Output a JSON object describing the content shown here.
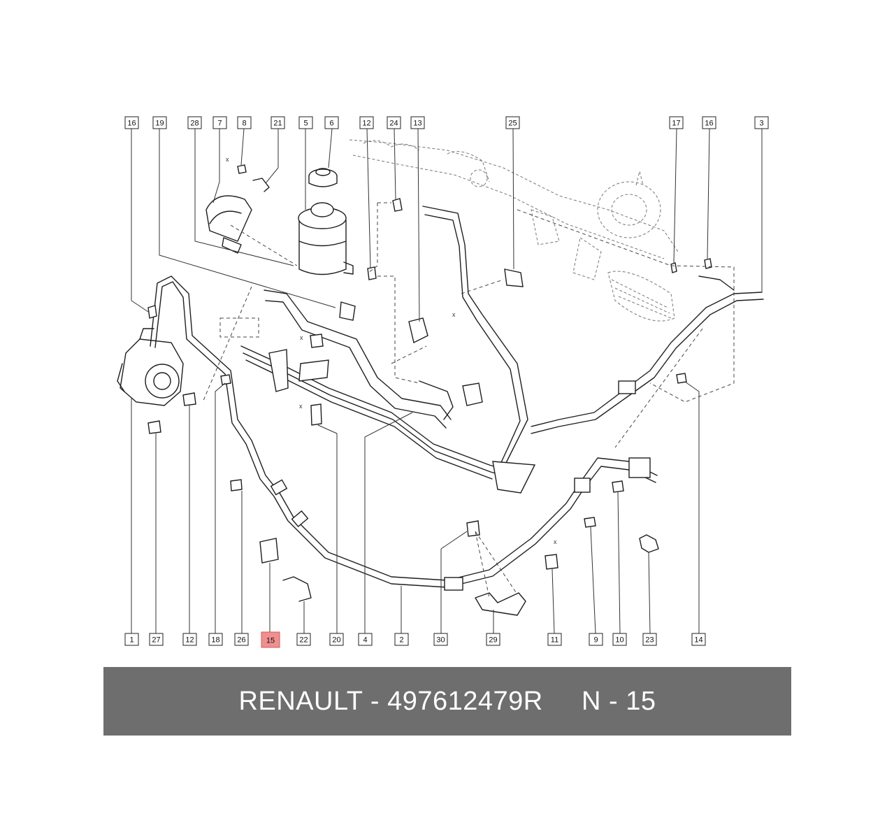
{
  "callouts": [
    {
      "label": "16",
      "highlight": false
    },
    {
      "label": "19",
      "highlight": false
    },
    {
      "label": "28",
      "highlight": false
    },
    {
      "label": "7",
      "highlight": false
    },
    {
      "label": "8",
      "highlight": false
    },
    {
      "label": "21",
      "highlight": false
    },
    {
      "label": "5",
      "highlight": false
    },
    {
      "label": "6",
      "highlight": false
    },
    {
      "label": "12",
      "highlight": false
    },
    {
      "label": "24",
      "highlight": false
    },
    {
      "label": "13",
      "highlight": false
    },
    {
      "label": "25",
      "highlight": false
    },
    {
      "label": "17",
      "highlight": false
    },
    {
      "label": "16",
      "highlight": false
    },
    {
      "label": "3",
      "highlight": false
    },
    {
      "label": "1",
      "highlight": false
    },
    {
      "label": "27",
      "highlight": false
    },
    {
      "label": "12",
      "highlight": false
    },
    {
      "label": "18",
      "highlight": false
    },
    {
      "label": "26",
      "highlight": false
    },
    {
      "label": "15",
      "highlight": true
    },
    {
      "label": "22",
      "highlight": false
    },
    {
      "label": "20",
      "highlight": false
    },
    {
      "label": "4",
      "highlight": false
    },
    {
      "label": "2",
      "highlight": false
    },
    {
      "label": "30",
      "highlight": false
    },
    {
      "label": "29",
      "highlight": false
    },
    {
      "label": "11",
      "highlight": false
    },
    {
      "label": "9",
      "highlight": false
    },
    {
      "label": "10",
      "highlight": false
    },
    {
      "label": "23",
      "highlight": false
    },
    {
      "label": "14",
      "highlight": false
    }
  ],
  "axis_marks": [
    "x",
    "x",
    "x",
    "x",
    "x"
  ],
  "banner": {
    "text": "RENAULT - 497612479R     N - 15"
  },
  "colors": {
    "banner_bg": "#6e6e6e",
    "highlight": "#ef8f8f"
  }
}
